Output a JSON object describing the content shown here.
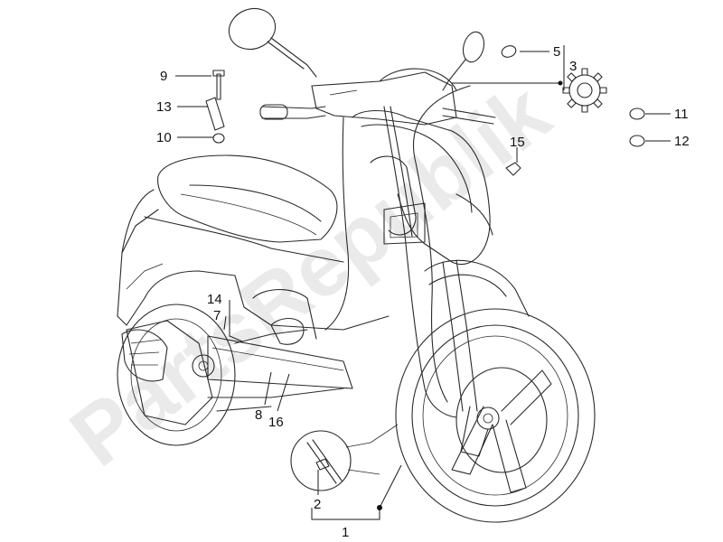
{
  "watermark": "PartsRepublik",
  "callouts": {
    "c1": "1",
    "c2": "2",
    "c3": "3",
    "c5": "5",
    "c7": "7",
    "c8": "8",
    "c9": "9",
    "c10": "10",
    "c11": "11",
    "c12": "12",
    "c13": "13",
    "c14": "14",
    "c15": "15",
    "c16": "16"
  },
  "icons": {
    "gear": "gear-icon"
  }
}
